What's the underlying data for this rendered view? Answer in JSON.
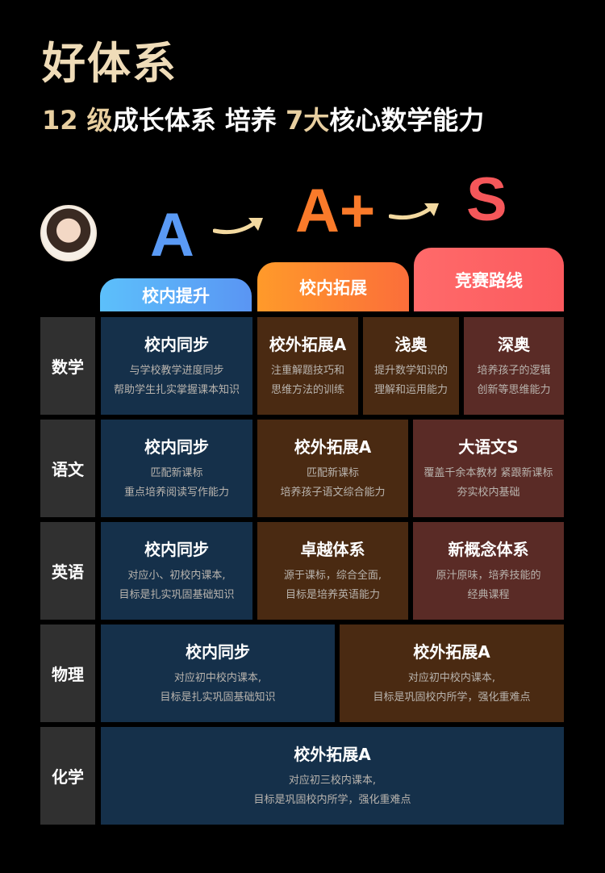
{
  "header": {
    "title": "好体系",
    "subtitle": {
      "n1": "12",
      "w1": "级",
      "t1": "成长体系 培养 ",
      "n2": "7",
      "w2": "大",
      "t2": "核心数学能力"
    }
  },
  "levels": {
    "a": "A",
    "a_plus": "A+",
    "s": "S"
  },
  "tracks": [
    "校内提升",
    "校内拓展",
    "竞赛路线"
  ],
  "colors": {
    "blue": "#15304a",
    "brown": "#4a2a12",
    "red": "#5a2b26"
  },
  "rows": [
    {
      "subject": "数学",
      "cells": [
        {
          "title": "校内同步",
          "lines": [
            "与学校教学进度同步",
            "帮助学生扎实掌握课本知识"
          ]
        },
        {
          "title": "校外拓展A",
          "lines": [
            "注重解题技巧和",
            "思维方法的训练"
          ]
        },
        {
          "title": "浅奥",
          "lines": [
            "提升数学知识的",
            "理解和运用能力"
          ]
        },
        {
          "title": "深奥",
          "lines": [
            "培养孩子的逻辑",
            "创新等思维能力"
          ]
        }
      ]
    },
    {
      "subject": "语文",
      "cells": [
        {
          "title": "校内同步",
          "lines": [
            "匹配新课标",
            "重点培养阅读写作能力"
          ]
        },
        {
          "title": "校外拓展A",
          "lines": [
            "匹配新课标",
            "培养孩子语文综合能力"
          ]
        },
        {
          "title": "大语文S",
          "lines": [
            "覆盖千余本教材 紧跟新课标",
            "夯实校内基础"
          ]
        }
      ]
    },
    {
      "subject": "英语",
      "cells": [
        {
          "title": "校内同步",
          "lines": [
            "对应小、初校内课本,",
            "目标是扎实巩固基础知识"
          ]
        },
        {
          "title": "卓越体系",
          "lines": [
            "源于课标，综合全面,",
            "目标是培养英语能力"
          ]
        },
        {
          "title": "新概念体系",
          "lines": [
            "原汁原味，培养技能的",
            "经典课程"
          ]
        }
      ]
    },
    {
      "subject": "物理",
      "cells": [
        {
          "title": "校内同步",
          "lines": [
            "对应初中校内课本,",
            "目标是扎实巩固基础知识"
          ]
        },
        {
          "title": "校外拓展A",
          "lines": [
            "对应初中校内课本,",
            "目标是巩固校内所学，强化重难点"
          ]
        }
      ]
    },
    {
      "subject": "化学",
      "cells": [
        {
          "title": "校外拓展A",
          "lines": [
            "对应初三校内课本,",
            "目标是巩固校内所学，强化重难点"
          ]
        }
      ]
    }
  ]
}
